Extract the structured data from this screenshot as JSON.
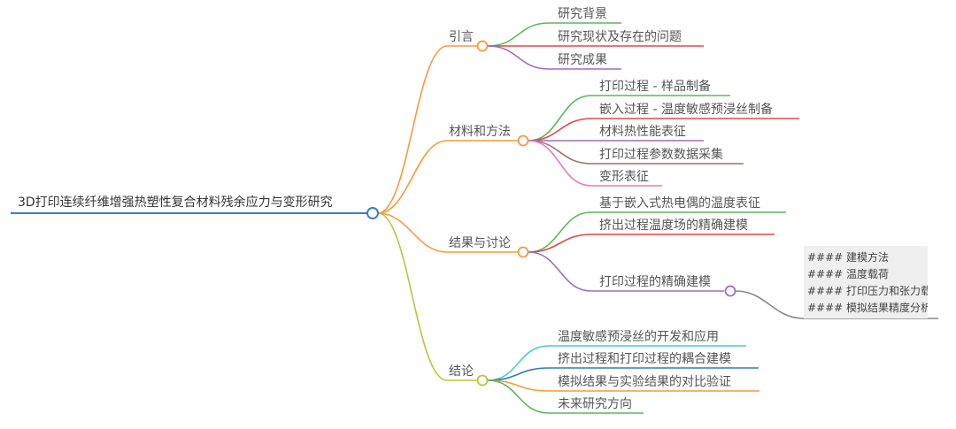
{
  "root": {
    "label": "3D打印连续纤维增强热塑性复合材料残余应力与变形研究",
    "color": "#3a80c0"
  },
  "branches": [
    {
      "label": "引言",
      "color": "#f59a3c",
      "children": [
        {
          "label": "研究背景",
          "color": "#5cb85c"
        },
        {
          "label": "研究现状及存在的问题",
          "color": "#e04848"
        },
        {
          "label": "研究成果",
          "color": "#9b6cc8"
        }
      ]
    },
    {
      "label": "材料和方法",
      "color": "#f59a3c",
      "children": [
        {
          "label": "打印过程 - 样品制备",
          "color": "#5cb85c"
        },
        {
          "label": "嵌入过程 - 温度敏感预浸丝制备",
          "color": "#e04848"
        },
        {
          "label": "材料热性能表征",
          "color": "#9b6cc8"
        },
        {
          "label": "打印过程参数数据采集",
          "color": "#9a7466"
        },
        {
          "label": "变形表征",
          "color": "#e57ac8"
        }
      ]
    },
    {
      "label": "结果与讨论",
      "color": "#f59a3c",
      "children": [
        {
          "label": "基于嵌入式热电偶的温度表征",
          "color": "#5cb85c"
        },
        {
          "label": "挤出过程温度场的精确建模",
          "color": "#e04848"
        },
        {
          "label": "打印过程的精确建模",
          "color": "#9b6cc8",
          "notes": [
            "#### 建模方法",
            "#### 温度载荷",
            "#### 打印压力和张力载",
            "#### 模拟结果精度分析"
          ]
        }
      ]
    },
    {
      "label": "结论",
      "color": "#b9c63c",
      "children": [
        {
          "label": "温度敏感预浸丝的开发和应用",
          "color": "#4cc9d6"
        },
        {
          "label": "挤出过程和打印过程的耦合建模",
          "color": "#2f7cbf"
        },
        {
          "label": "模拟结果与实验结果的对比验证",
          "color": "#f59a3c"
        },
        {
          "label": "未来研究方向",
          "color": "#5cb85c"
        }
      ]
    }
  ],
  "notes_connector_color": "#888888"
}
